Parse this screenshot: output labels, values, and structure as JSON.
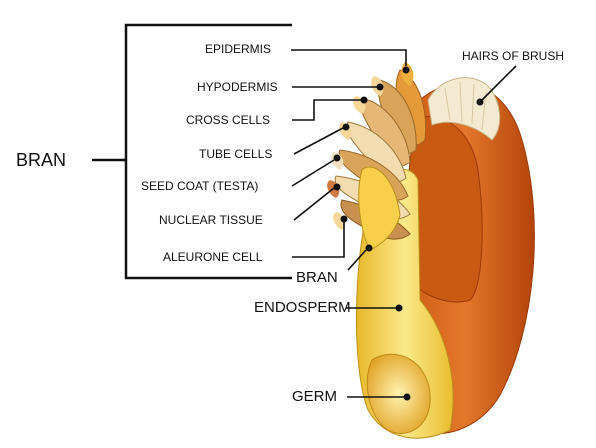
{
  "labels": {
    "bran_main": "BRAN",
    "epidermis": "EPIDERMIS",
    "hypodermis": "HYPODERMIS",
    "cross_cells": "CROSS CELLS",
    "tube_cells": "TUBE CELLS",
    "seed_coat": "SEED COAT (TESTA)",
    "nuclear_tissue": "NUCLEAR TISSUE",
    "aleurone_cell": "ALEURONE CELL",
    "bran_inner": "BRAN",
    "endosperm": "ENDOSPERM",
    "germ": "GERM",
    "hairs_of_brush": "HAIRS OF BRUSH"
  },
  "colors": {
    "line": "#111111",
    "outer_bran": "#d9661a",
    "outer_bran_dark": "#b84a10",
    "endosperm": "#f2cf3a",
    "endosperm_light": "#fbe98a",
    "hairs": "#f4ead2",
    "layer_tan": "#d9a35a",
    "layer_light": "#f3dcb0",
    "germ": "#f5c542"
  }
}
